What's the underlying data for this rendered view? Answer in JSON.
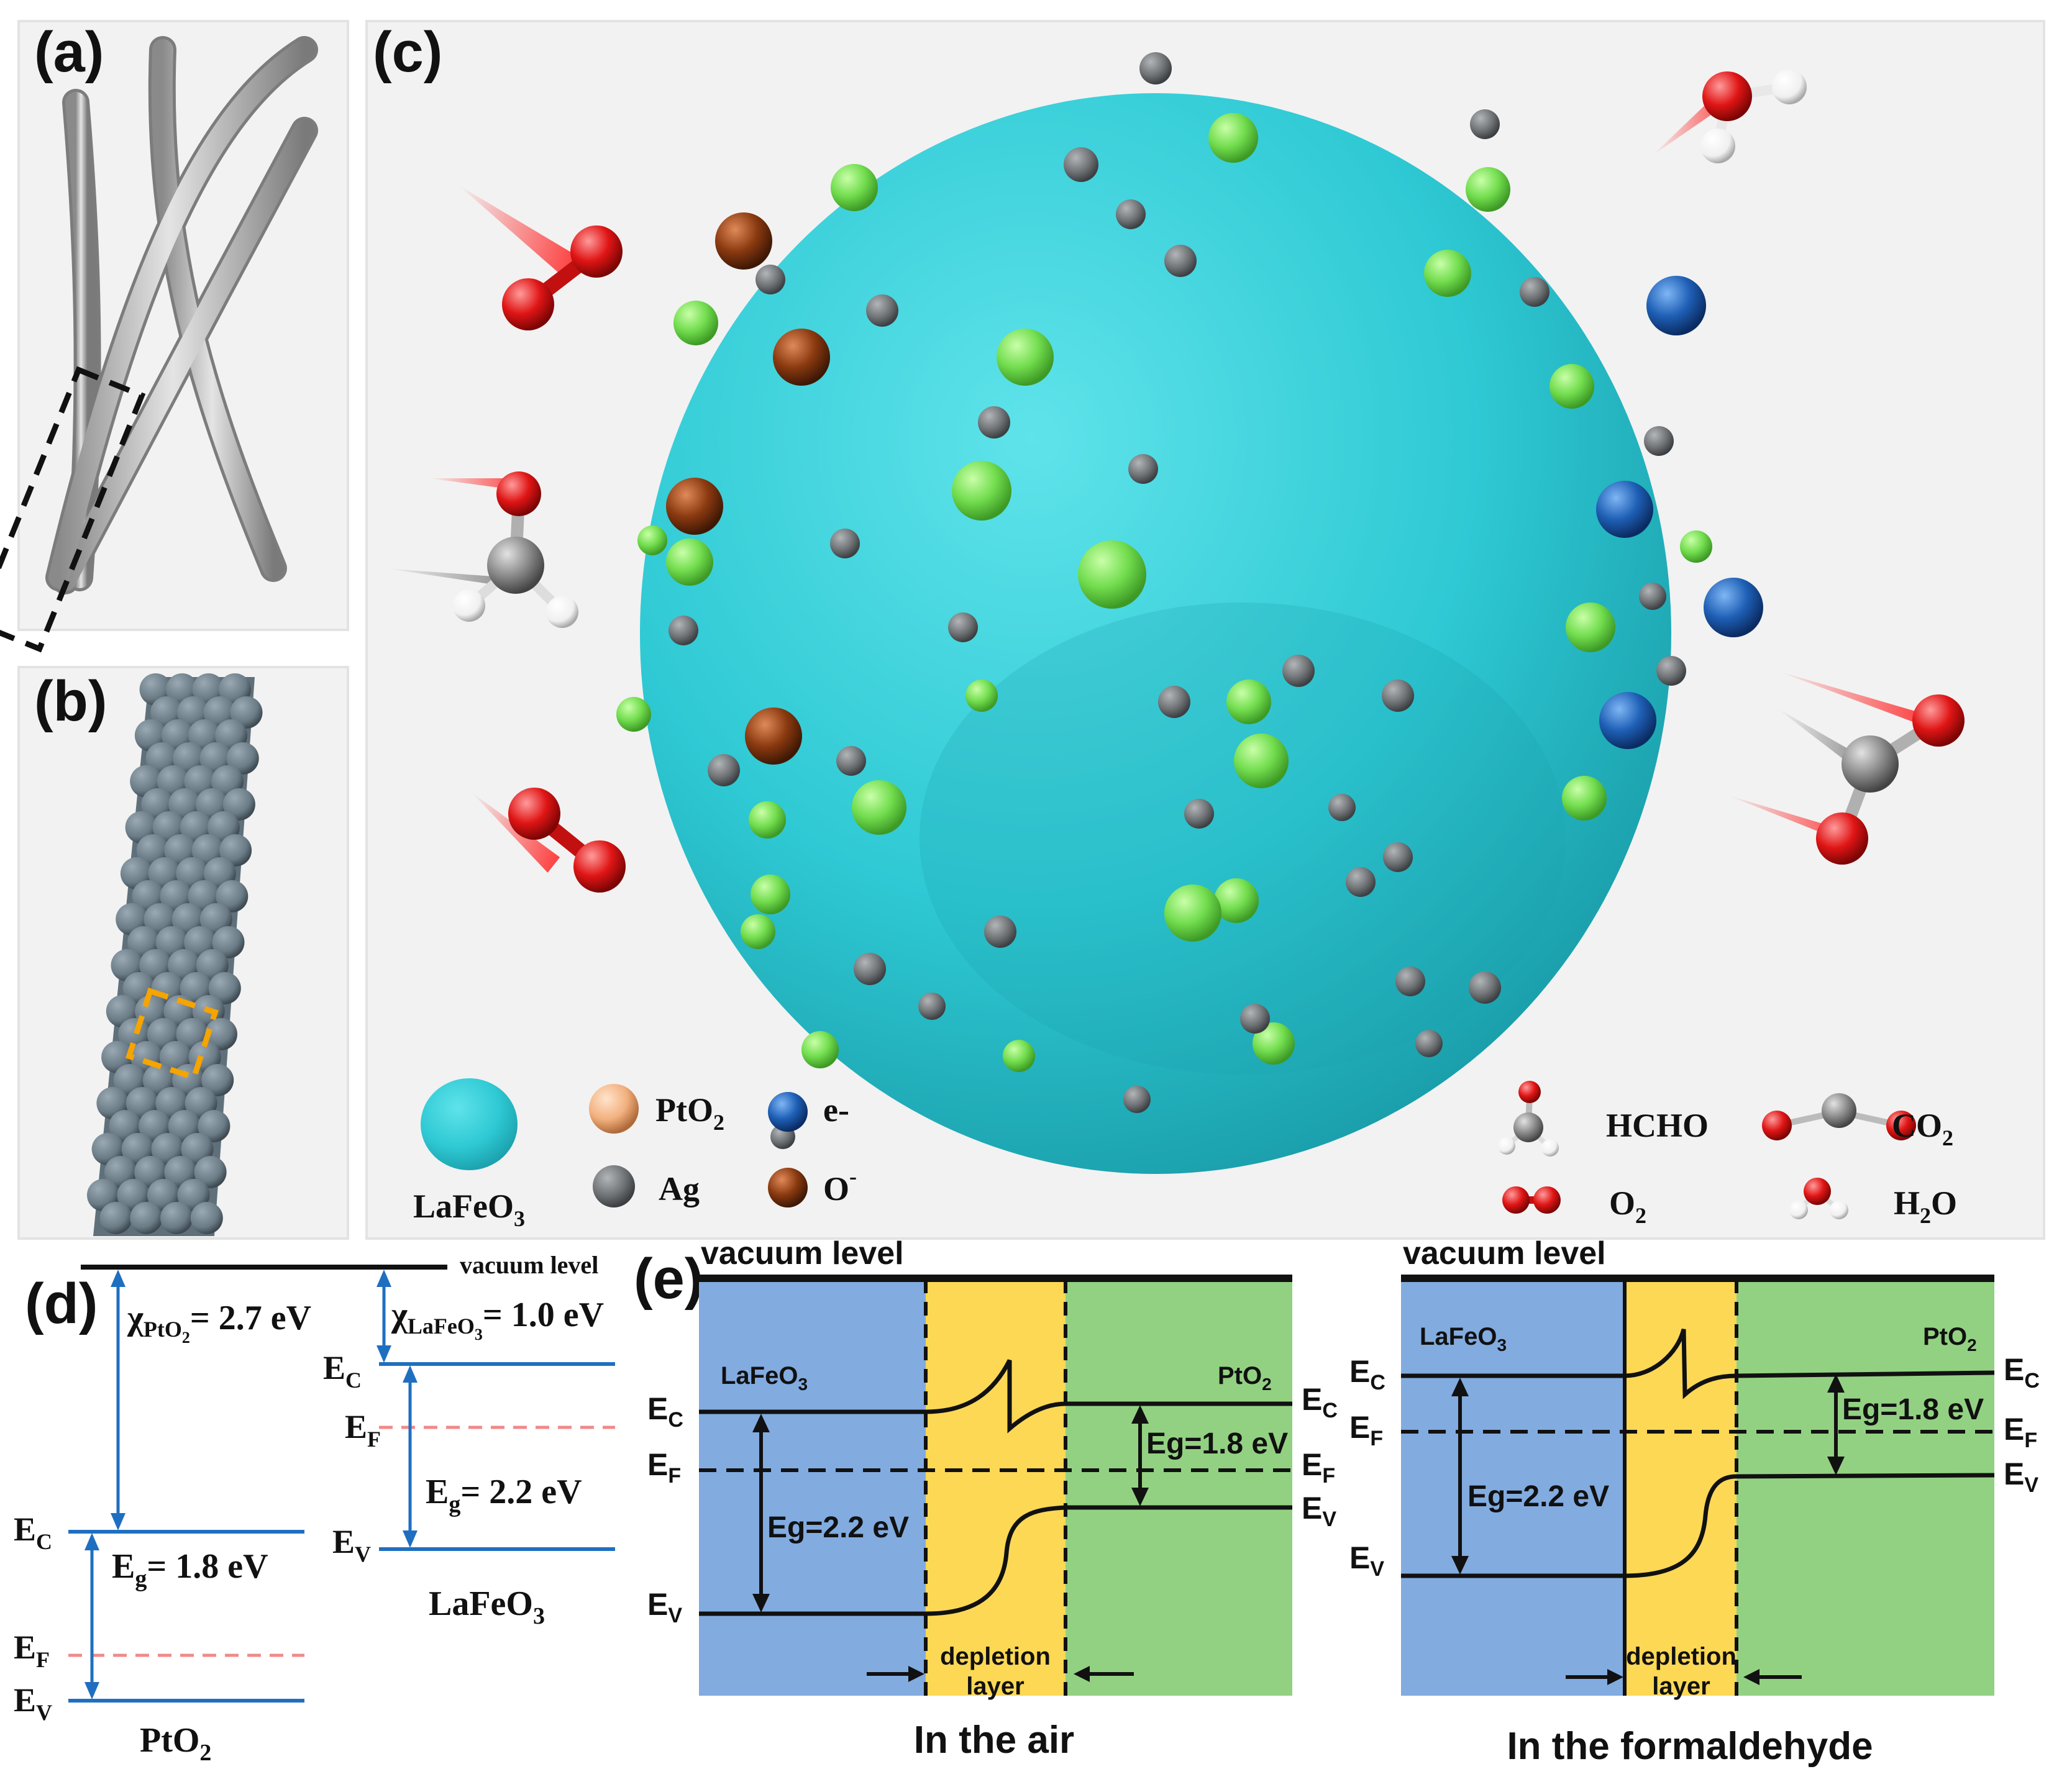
{
  "panels": {
    "a": "(a)",
    "b": "(b)",
    "c": "(c)",
    "d": "(d)",
    "e": "(e)"
  },
  "legend_c": {
    "lafeo3": "LaFeO",
    "lafeo3_sub": "3",
    "pto2": "PtO",
    "pto2_sub": "2",
    "ag": "Ag",
    "electron": "e-",
    "oxygen_ion": "O",
    "oxygen_ion_sup": "-",
    "hcho": "HCHO",
    "co2": "CO",
    "co2_sub": "2",
    "o2": "O",
    "o2_sub": "2",
    "h2o_h": "H",
    "h2o_sub": "2",
    "h2o_o": "O"
  },
  "panel_d": {
    "vacuum_level": "vacuum level",
    "chi_symbol": "χ",
    "chi_pto2_sub": "PtO",
    "chi_pto2_sub2": "2",
    "chi_pto2_val": "= 2.7 eV",
    "chi_lafeo3_sub": "LaFeO",
    "chi_lafeo3_sub2": "3",
    "chi_lafeo3_val": "= 1.0 eV",
    "e": "E",
    "c": "C",
    "f": "F",
    "v": "V",
    "g": "g",
    "eg_pto2": "= 1.8 eV",
    "eg_lafeo3": "= 2.2 eV",
    "lafeo3": "LaFeO",
    "lafeo3_sub": "3",
    "pto2": "PtO",
    "pto2_sub": "2"
  },
  "panel_e_air": {
    "vacuum_level": "vacuum level",
    "lafeo3": "LaFeO",
    "lafeo3_sub": "3",
    "pto2": "PtO",
    "pto2_sub": "2",
    "e": "E",
    "c": "C",
    "f": "F",
    "v": "V",
    "eg_left": "Eg=2.2 eV",
    "eg_right": "Eg=1.8 eV",
    "depletion": "depletion",
    "layer": "layer",
    "caption": "In the air"
  },
  "panel_e_hcho": {
    "vacuum_level": "vacuum level",
    "lafeo3": "LaFeO",
    "lafeo3_sub": "3",
    "pto2": "PtO",
    "pto2_sub": "2",
    "e": "E",
    "c": "C",
    "f": "F",
    "v": "V",
    "eg_left": "Eg=2.2 eV",
    "eg_right": "Eg=1.8 eV",
    "depletion": "depletion",
    "layer": "layer",
    "caption": "In the formaldehyde"
  },
  "colors": {
    "lafeo3_sphere": "#30cfd8",
    "pto2_particle": "#7be05a",
    "ag_particle": "#6f7376",
    "electron": "#1e5fb5",
    "oxygen_ion": "#8b3a10",
    "oxygen_atom": "#e01515",
    "carbon_atom": "#8c8c8c",
    "hydrogen_atom": "#ffffff",
    "band_blue": "#1f6fc0",
    "fermi_red": "#f08a8a",
    "region_lafeo3": "#82abe0",
    "region_depletion": "#fdd855",
    "region_pto2": "#93d182"
  }
}
